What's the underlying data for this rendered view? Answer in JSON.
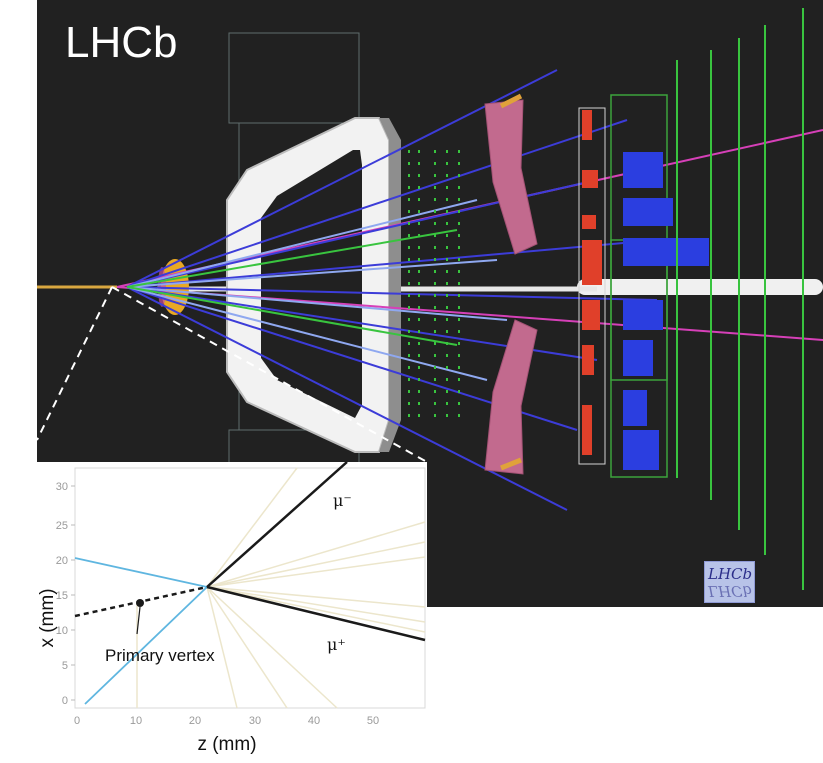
{
  "display": {
    "title": "LHCb",
    "badge_top": "LHCb",
    "badge_bottom": "LHCb",
    "colors": {
      "background": "#212121",
      "muon_track": "#d640b8",
      "tracks": "#3a3ad8",
      "magnet": "#c26a8e",
      "calorimeter_ecal": "#e0402a",
      "calorimeter_hcal": "#2b3ee0",
      "stations": "#39c43f"
    }
  },
  "inset": {
    "y_label": "x (mm)",
    "x_label": "z (mm)",
    "y_ticks": [
      "0",
      "5",
      "10",
      "15",
      "20",
      "25",
      "30"
    ],
    "x_ticks": [
      "0",
      "10",
      "20",
      "30",
      "40",
      "50"
    ],
    "muon_minus_label": "μ⁻",
    "muon_plus_label": "μ⁺",
    "vertex_label": "Primary vertex"
  }
}
